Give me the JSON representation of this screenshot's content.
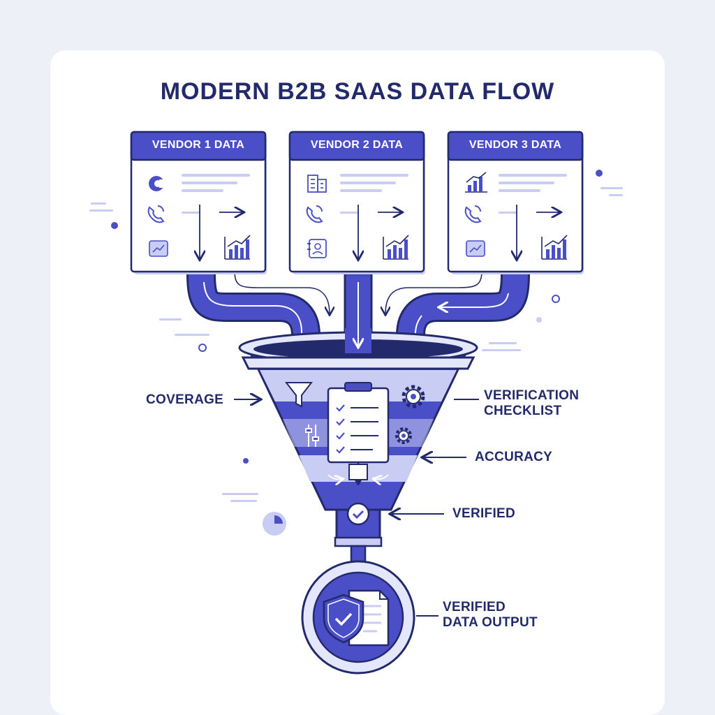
{
  "title": "MODERN B2B SAAS DATA FLOW",
  "vendors": [
    {
      "header": "VENDOR 1 DATA",
      "top_icon": "logo-icon",
      "mid_icon": "phone-icon",
      "bottom_left_icon": "trend-chat-icon",
      "bottom_right_icon": "bar-chart-icon"
    },
    {
      "header": "VENDOR 2 DATA",
      "top_icon": "building-icon",
      "mid_icon": "phone-icon",
      "bottom_left_icon": "contact-book-icon",
      "bottom_right_icon": "bar-chart-icon"
    },
    {
      "header": "VENDOR 3 DATA",
      "top_icon": "bar-chart-icon",
      "mid_icon": "phone-icon",
      "bottom_left_icon": "trend-chat-icon",
      "bottom_right_icon": "bar-chart-icon"
    }
  ],
  "labels": {
    "coverage": "COVERAGE",
    "verification_line1": "VERIFICATION",
    "verification_line2": "CHECKLIST",
    "accuracy": "ACCURACY",
    "verified": "VERIFIED",
    "output_line1": "VERIFIED",
    "output_line2": "DATA OUTPUT"
  },
  "funnel_icons": [
    "filter-icon",
    "gear-icon",
    "sliders-icon",
    "clipboard-checklist-icon",
    "check-circle-icon"
  ],
  "output_icons": [
    "shield-check-icon",
    "document-icon"
  ],
  "colors": {
    "primary": "#4a4fc8",
    "dark": "#232a6b",
    "light": "#c9ccf3",
    "background": "#eef0f8"
  }
}
